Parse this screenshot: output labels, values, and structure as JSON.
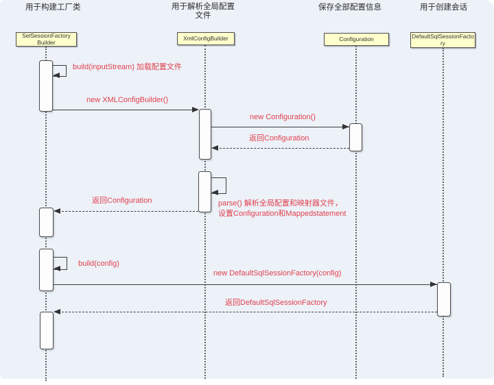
{
  "diagram": {
    "type": "uml-sequence-diagram",
    "background_color": "#edf1f8",
    "accent_red": "#e0414d",
    "actor_box_fill": "#ffffcc",
    "actors": [
      {
        "annotation": "用于构建工厂类",
        "name": "SelSessionFactory Builder"
      },
      {
        "annotation": "用于解析全局配置文件",
        "name": "XmlConfigBuilder"
      },
      {
        "annotation": "保存全部配置信息",
        "name": "Configuration"
      },
      {
        "annotation": "用于创建会话",
        "name": "DefaultSqlSessionFactory"
      }
    ],
    "messages": [
      {
        "label": "build(inputStream) 加载配置文件",
        "type": "self-call"
      },
      {
        "label": "new XMLConfigBuilder()",
        "type": "call"
      },
      {
        "label": "new Configuration()",
        "type": "call"
      },
      {
        "label": "返回Configuration",
        "type": "return"
      },
      {
        "label_line1": "parse() 解析全局配置和映射器文件，",
        "label_line2": "设置Configuration和Mappedstatement",
        "type": "self-call"
      },
      {
        "label": "返回Configuration",
        "type": "return"
      },
      {
        "label": "build(config)",
        "type": "self-call"
      },
      {
        "label": "new DefaultSqlSessionFactory(config)",
        "type": "call"
      },
      {
        "label": "返回DefaultSqlSessionFactory",
        "type": "return"
      }
    ]
  }
}
